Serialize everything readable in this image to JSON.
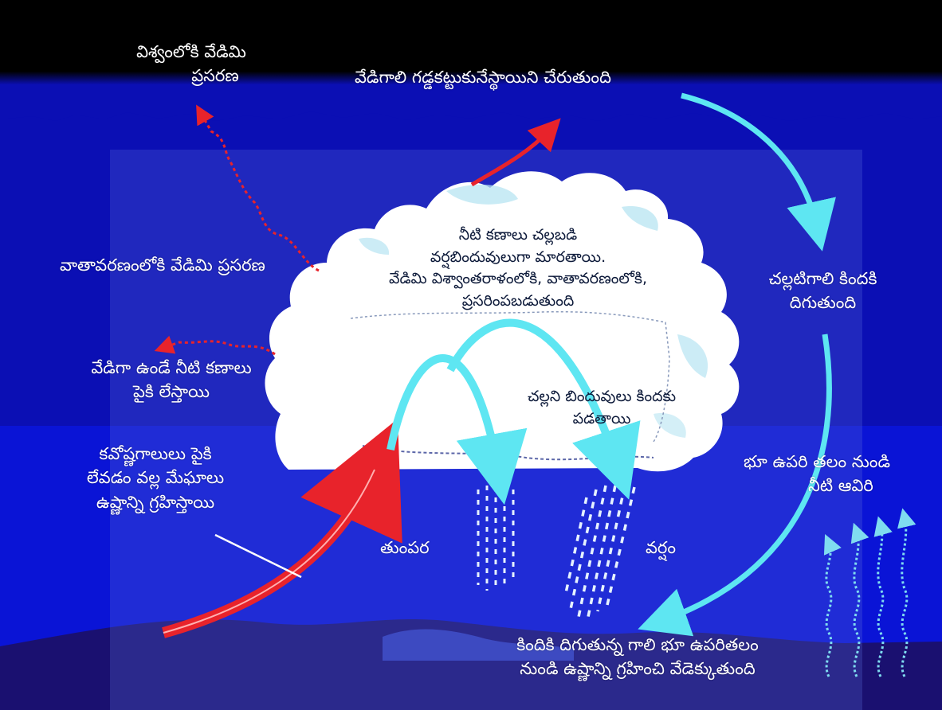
{
  "colors": {
    "sky_top": "#000000",
    "sky": "#0b0fb4",
    "ocean": "#0a14d6",
    "ground": "#1a1070",
    "overlay": "#5a6bd6",
    "cloud": "#ffffff",
    "cloud_shade": "#b7e4f2",
    "warm_arrow": "#e8232b",
    "cool_arrow": "#5ee6f2",
    "label_text": "#ffffff"
  },
  "labels": {
    "space_radiation": [
      "విశ్వంలోకి వేడిమి",
      "ప్రసరణ"
    ],
    "hot_air_top": "వేడిగాలి గడ్డకట్టుకునేస్థాయిని చేరుతుంది",
    "atmosphere_radiation": "వాతావరణంలోకి వేడిమి ప్రసరణ",
    "cloud_text": [
      "నీటి కణాలు చల్లబడి",
      "వర్షబిందువులుగా మారతాయి.",
      "వేడిమి విశ్వాంతరాళంలోకి, వాతావరణంలోకి,",
      "ప్రసరింపబడుతుంది"
    ],
    "cool_air_down": [
      "చల్లటిగాలి కిందకి",
      "దిగుతుంది"
    ],
    "warm_droplets_rise": [
      "వేడిగా ఉండే నీటి కణాలు",
      "పైకి లేస్తాయి"
    ],
    "cold_drops_fall": [
      "చల్లని బిందువులు కిందకు",
      "పడతాయి"
    ],
    "warm_air_rises": [
      "కవోష్ణగాలులు పైకి",
      "లేవడం వల్ల మేఘాలు",
      "ఉష్ణాన్ని గ్రహిస్తాయి"
    ],
    "surface_vapor": [
      "భూ ఉపరి తలం నుండి",
      "నీటి ఆవిరి"
    ],
    "drizzle": "తుంపర",
    "rain": "వర్షం",
    "descending_air": [
      "కిందికి దిగుతున్న గాలి భూ ఉపరితలం",
      "నుండి ఉష్ణాన్ని గ్రహించి వేడెక్కుతుంది"
    ]
  }
}
